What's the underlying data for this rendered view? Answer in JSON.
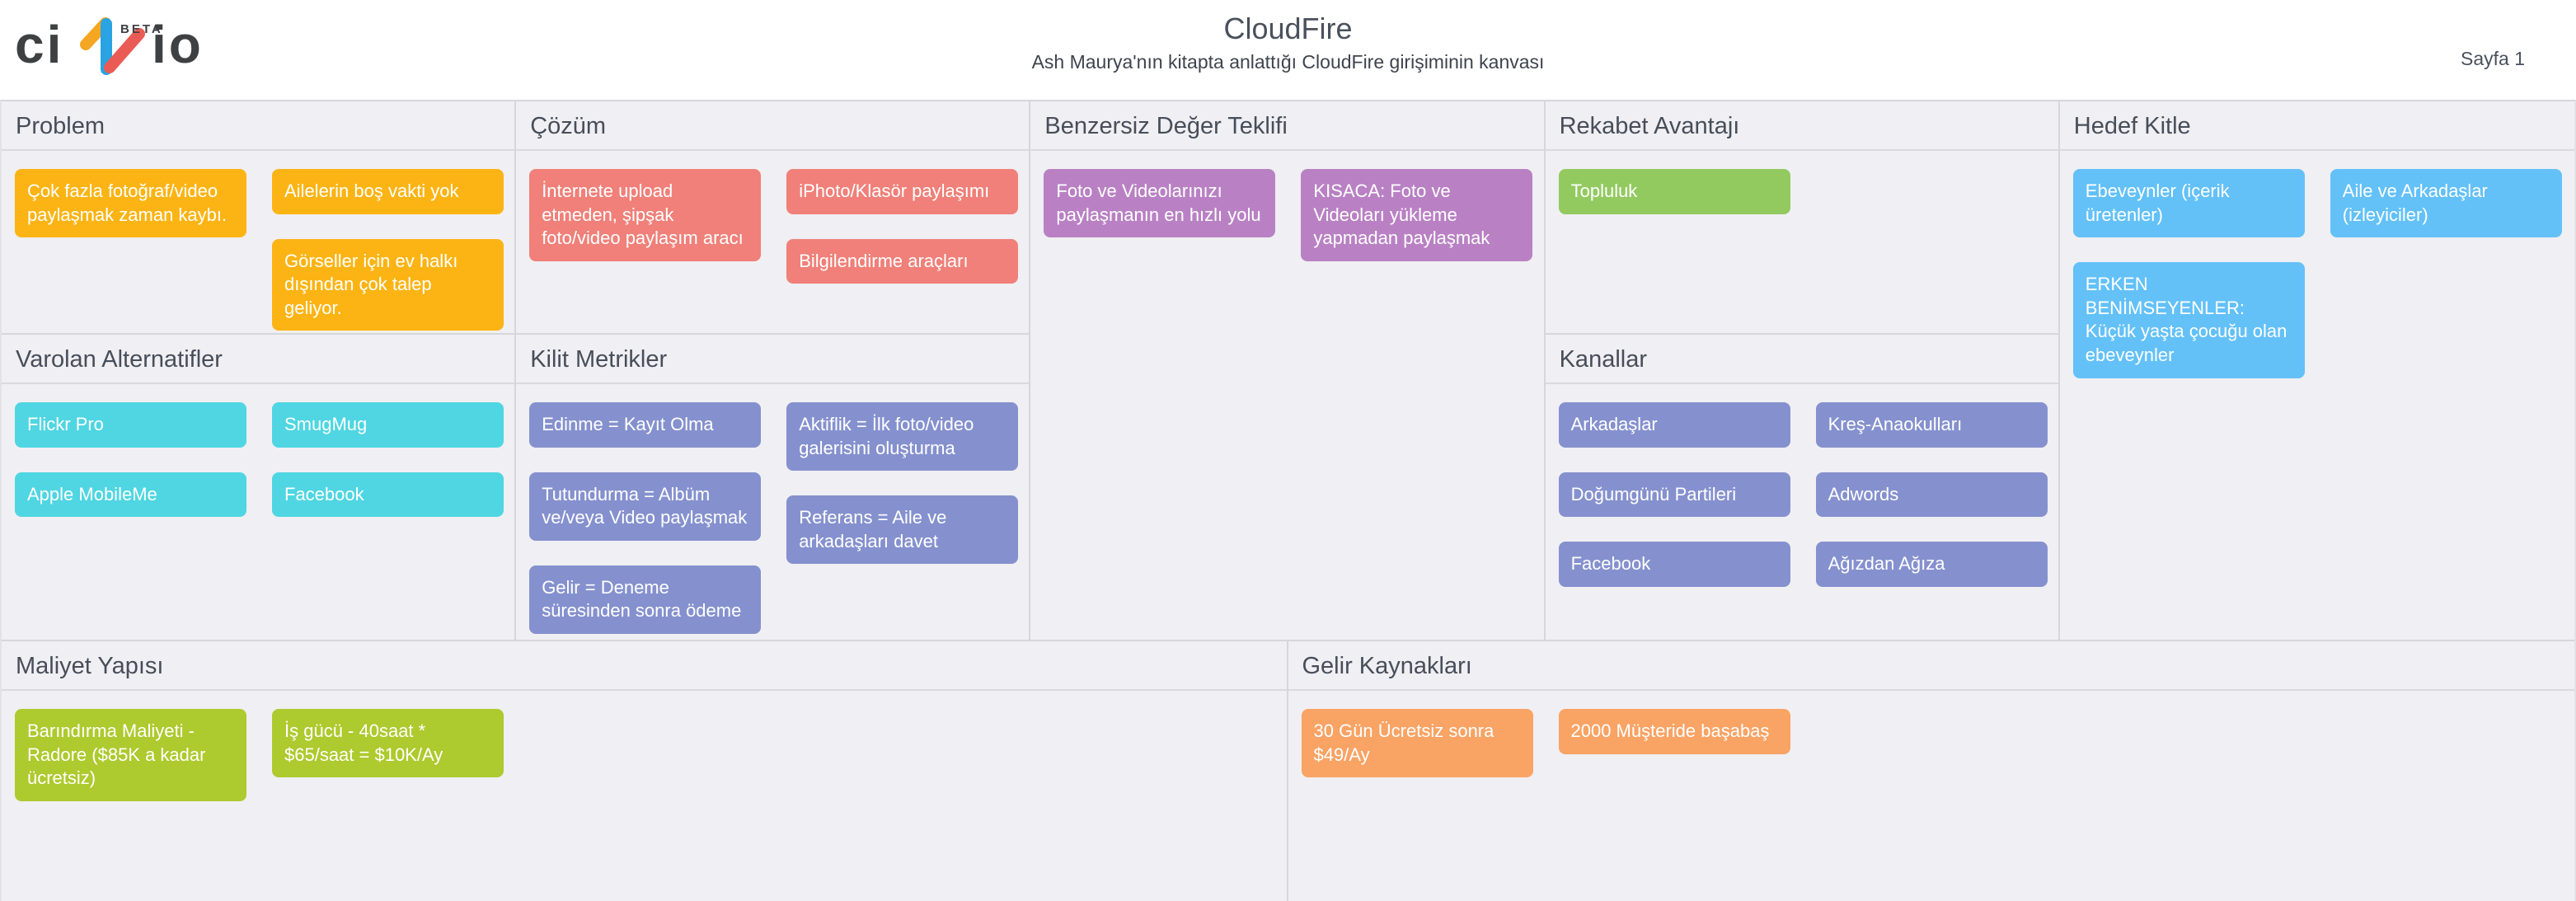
{
  "logo": {
    "left": "ci",
    "right": "io",
    "badge": "BETA",
    "colors": {
      "letters": "#3f4042",
      "orange": "#f5a623",
      "blue": "#29a3e2",
      "red": "#ea5b55"
    }
  },
  "header": {
    "title": "CloudFire",
    "subtitle": "Ash Maurya'nın kitapta anlattığı CloudFire girişiminin kanvası",
    "page_indicator": "Sayfa 1"
  },
  "palette": {
    "amber": "#fcb414",
    "red": "#f08079",
    "purple": "#b981c4",
    "green": "#92ca5f",
    "sky": "#63c1f8",
    "cyan": "#4fd6e2",
    "indigo": "#8591ce",
    "lime": "#adca2e",
    "orange": "#f9a364",
    "canvas_bg": "#f0eff3",
    "grid_border": "#d6d6db",
    "header_text": "#474e5a"
  },
  "sections": [
    {
      "key": "problem",
      "title": "Problem",
      "cards": [
        {
          "text": "Çok fazla fotoğraf/video paylaşmak zaman kaybı.",
          "color": "amber",
          "col": 0
        },
        {
          "text": "Ailelerin boş vakti yok",
          "color": "amber",
          "col": 1
        },
        {
          "text": "Görseller için ev halkı dışından çok talep geliyor.",
          "color": "amber",
          "col": 1
        }
      ]
    },
    {
      "key": "solution",
      "title": "Çözüm",
      "cards": [
        {
          "text": "İnternete upload etmeden, şipşak foto/video paylaşım aracı",
          "color": "red",
          "col": 0
        },
        {
          "text": "iPhoto/Klasör paylaşımı",
          "color": "red",
          "col": 1
        },
        {
          "text": "Bilgilendirme araçları",
          "color": "red",
          "col": 1
        }
      ]
    },
    {
      "key": "uvp",
      "title": "Benzersiz Değer Teklifi",
      "cards": [
        {
          "text": "Foto ve Videolarınızı paylaşmanın en hızlı yolu",
          "color": "purple",
          "col": 0
        },
        {
          "text": "KISACA: Foto ve Videoları yükleme yapmadan paylaşmak",
          "color": "purple",
          "col": 1
        }
      ]
    },
    {
      "key": "advantage",
      "title": "Rekabet Avantajı",
      "cards": [
        {
          "text": "Topluluk",
          "color": "green",
          "col": 0
        }
      ]
    },
    {
      "key": "audience",
      "title": "Hedef Kitle",
      "cards": [
        {
          "text": "Ebeveynler (içerik üretenler)",
          "color": "sky",
          "col": 0
        },
        {
          "text": "Aile ve Arkadaşlar (izleyiciler)",
          "color": "sky",
          "col": 1
        },
        {
          "text": "ERKEN BENİMSEYENLER: Küçük yaşta çocuğu olan ebeveynler",
          "color": "sky",
          "col": 0
        }
      ]
    },
    {
      "key": "alternatives",
      "title": "Varolan Alternatifler",
      "cards": [
        {
          "text": "Flickr Pro",
          "color": "cyan",
          "col": 0
        },
        {
          "text": "SmugMug",
          "color": "cyan",
          "col": 1
        },
        {
          "text": "Apple MobileMe",
          "color": "cyan",
          "col": 0
        },
        {
          "text": "Facebook",
          "color": "cyan",
          "col": 1
        }
      ]
    },
    {
      "key": "metrics",
      "title": "Kilit Metrikler",
      "cards": [
        {
          "text": "Edinme = Kayıt Olma",
          "color": "indigo",
          "col": 0
        },
        {
          "text": "Aktiflik = İlk foto/video galerisini oluşturma",
          "color": "indigo",
          "col": 1
        },
        {
          "text": "Tutundurma = Albüm ve/veya Video paylaşmak",
          "color": "indigo",
          "col": 0
        },
        {
          "text": "Referans = Aile ve arkadaşları davet",
          "color": "indigo",
          "col": 1
        },
        {
          "text": "Gelir = Deneme süresinden sonra ödeme",
          "color": "indigo",
          "col": 0
        }
      ]
    },
    {
      "key": "channels",
      "title": "Kanallar",
      "cards": [
        {
          "text": "Arkadaşlar",
          "color": "indigo",
          "col": 0
        },
        {
          "text": "Kreş-Anaokulları",
          "color": "indigo",
          "col": 1
        },
        {
          "text": "Doğumgünü Partileri",
          "color": "indigo",
          "col": 0
        },
        {
          "text": "Adwords",
          "color": "indigo",
          "col": 1
        },
        {
          "text": "Facebook",
          "color": "indigo",
          "col": 0
        },
        {
          "text": "Ağızdan Ağıza",
          "color": "indigo",
          "col": 1
        }
      ]
    },
    {
      "key": "costs",
      "title": "Maliyet Yapısı",
      "cards": [
        {
          "text": "Barındırma Maliyeti - Radore ($85K a kadar ücretsiz)",
          "color": "lime",
          "col": 0
        },
        {
          "text": "İş gücü - 40saat * $65/saat = $10K/Ay",
          "color": "lime",
          "col": 1
        }
      ]
    },
    {
      "key": "revenue",
      "title": "Gelir Kaynakları",
      "cards": [
        {
          "text": "30 Gün Ücretsiz sonra $49/Ay",
          "color": "orange",
          "col": 0
        },
        {
          "text": "2000 Müşteride başabaş",
          "color": "orange",
          "col": 1
        }
      ]
    }
  ]
}
